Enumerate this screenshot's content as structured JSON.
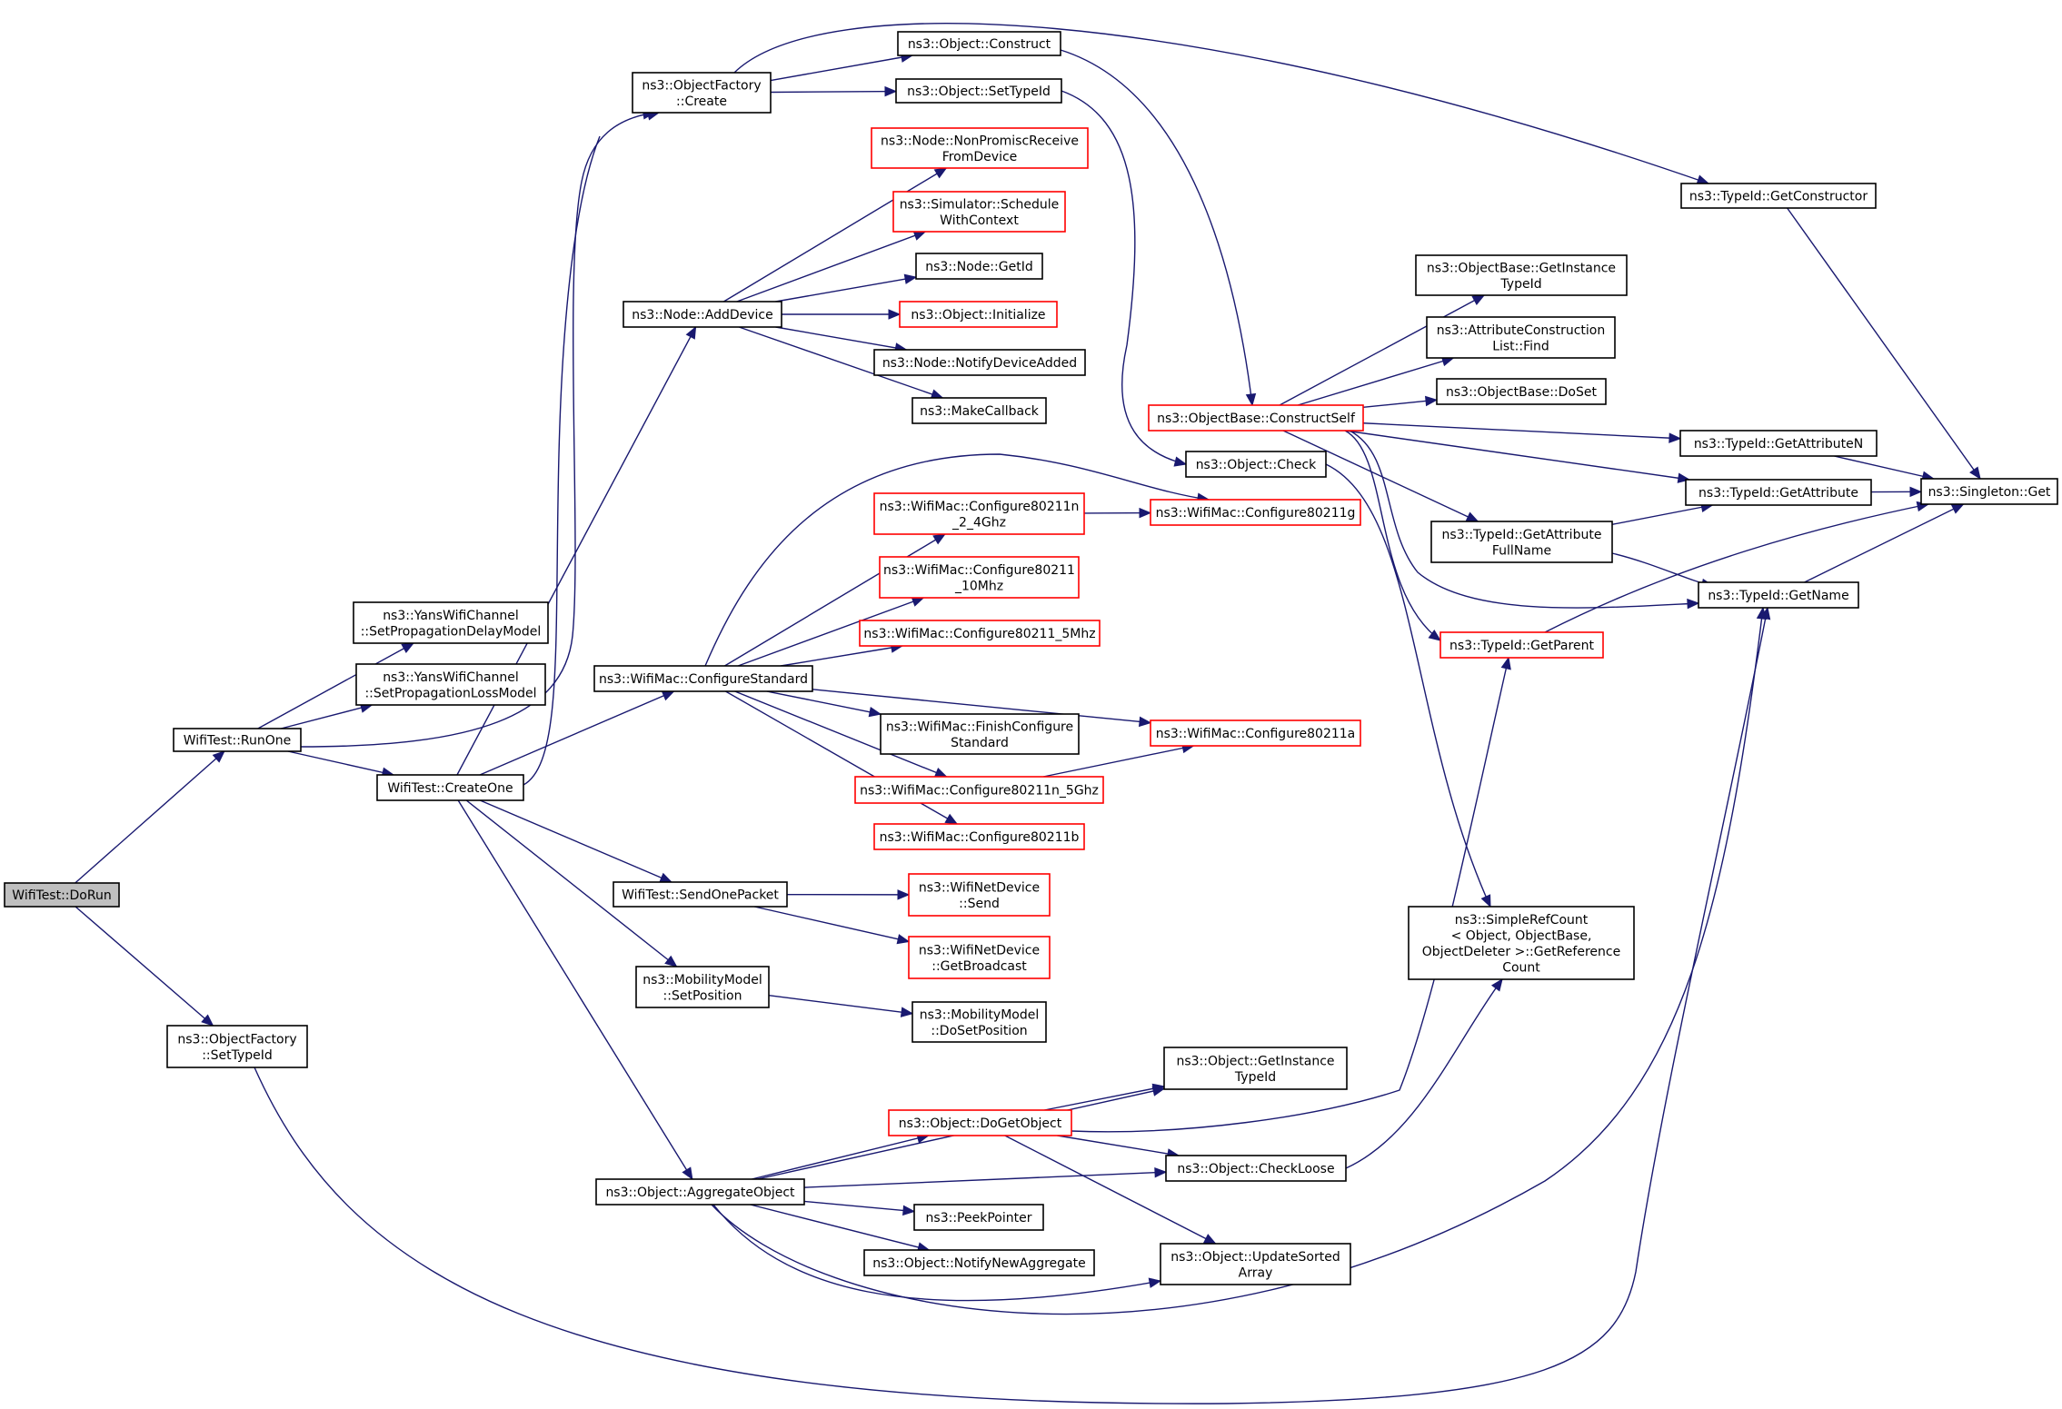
{
  "diagram": {
    "nodes": [
      {
        "id": "n1",
        "lines": [
          "WifiTest::DoRun"
        ],
        "style": "root"
      },
      {
        "id": "n2",
        "lines": [
          "WifiTest::RunOne"
        ],
        "style": "plain"
      },
      {
        "id": "n3",
        "lines": [
          "ns3::ObjectFactory",
          "::SetTypeId"
        ],
        "style": "plain"
      },
      {
        "id": "n4",
        "lines": [
          "ns3::YansWifiChannel",
          "::SetPropagationDelayModel"
        ],
        "style": "plain"
      },
      {
        "id": "n5",
        "lines": [
          "ns3::YansWifiChannel",
          "::SetPropagationLossModel"
        ],
        "style": "plain"
      },
      {
        "id": "n6",
        "lines": [
          "WifiTest::CreateOne"
        ],
        "style": "plain"
      },
      {
        "id": "n7",
        "lines": [
          "ns3::ObjectFactory",
          "::Create"
        ],
        "style": "plain"
      },
      {
        "id": "n8",
        "lines": [
          "ns3::Node::AddDevice"
        ],
        "style": "plain"
      },
      {
        "id": "n9",
        "lines": [
          "ns3::WifiMac::ConfigureStandard"
        ],
        "style": "plain"
      },
      {
        "id": "n10",
        "lines": [
          "WifiTest::SendOnePacket"
        ],
        "style": "plain"
      },
      {
        "id": "n11",
        "lines": [
          "ns3::MobilityModel",
          "::SetPosition"
        ],
        "style": "plain"
      },
      {
        "id": "n12",
        "lines": [
          "ns3::Object::AggregateObject"
        ],
        "style": "plain"
      },
      {
        "id": "n13",
        "lines": [
          "ns3::Object::Construct"
        ],
        "style": "plain"
      },
      {
        "id": "n14",
        "lines": [
          "ns3::Object::SetTypeId"
        ],
        "style": "plain"
      },
      {
        "id": "n15",
        "lines": [
          "ns3::Node::NonPromiscReceive",
          "FromDevice"
        ],
        "style": "trunc"
      },
      {
        "id": "n16",
        "lines": [
          "ns3::Simulator::Schedule",
          "WithContext"
        ],
        "style": "trunc"
      },
      {
        "id": "n17",
        "lines": [
          "ns3::Node::GetId"
        ],
        "style": "plain"
      },
      {
        "id": "n18",
        "lines": [
          "ns3::Object::Initialize"
        ],
        "style": "trunc"
      },
      {
        "id": "n19",
        "lines": [
          "ns3::Node::NotifyDeviceAdded"
        ],
        "style": "plain"
      },
      {
        "id": "n20",
        "lines": [
          "ns3::MakeCallback"
        ],
        "style": "plain"
      },
      {
        "id": "n21",
        "lines": [
          "ns3::WifiMac::Configure80211n",
          "_2_4Ghz"
        ],
        "style": "trunc"
      },
      {
        "id": "n22",
        "lines": [
          "ns3::WifiMac::Configure80211",
          "_10Mhz"
        ],
        "style": "trunc"
      },
      {
        "id": "n23",
        "lines": [
          "ns3::WifiMac::Configure80211_5Mhz"
        ],
        "style": "trunc"
      },
      {
        "id": "n24",
        "lines": [
          "ns3::WifiMac::FinishConfigure",
          "Standard"
        ],
        "style": "plain"
      },
      {
        "id": "n25",
        "lines": [
          "ns3::WifiMac::Configure80211n_5Ghz"
        ],
        "style": "trunc"
      },
      {
        "id": "n26",
        "lines": [
          "ns3::WifiMac::Configure80211b"
        ],
        "style": "trunc"
      },
      {
        "id": "n27",
        "lines": [
          "ns3::WifiNetDevice",
          "::Send"
        ],
        "style": "trunc"
      },
      {
        "id": "n28",
        "lines": [
          "ns3::WifiNetDevice",
          "::GetBroadcast"
        ],
        "style": "trunc"
      },
      {
        "id": "n29",
        "lines": [
          "ns3::MobilityModel",
          "::DoSetPosition"
        ],
        "style": "plain"
      },
      {
        "id": "n30",
        "lines": [
          "ns3::Object::GetInstance",
          "TypeId"
        ],
        "style": "plain"
      },
      {
        "id": "n31",
        "lines": [
          "ns3::Object::DoGetObject"
        ],
        "style": "trunc"
      },
      {
        "id": "n32",
        "lines": [
          "ns3::Object::CheckLoose"
        ],
        "style": "plain"
      },
      {
        "id": "n33",
        "lines": [
          "ns3::PeekPointer"
        ],
        "style": "plain"
      },
      {
        "id": "n34",
        "lines": [
          "ns3::Object::NotifyNewAggregate"
        ],
        "style": "plain"
      },
      {
        "id": "n35",
        "lines": [
          "ns3::Object::UpdateSorted",
          "Array"
        ],
        "style": "plain"
      },
      {
        "id": "n36",
        "lines": [
          "ns3::ObjectBase::ConstructSelf"
        ],
        "style": "trunc"
      },
      {
        "id": "n37",
        "lines": [
          "ns3::Object::Check"
        ],
        "style": "plain"
      },
      {
        "id": "n38",
        "lines": [
          "ns3::WifiMac::Configure80211g"
        ],
        "style": "trunc"
      },
      {
        "id": "n39",
        "lines": [
          "ns3::WifiMac::Configure80211a"
        ],
        "style": "trunc"
      },
      {
        "id": "n40",
        "lines": [
          "ns3::ObjectBase::GetInstance",
          "TypeId"
        ],
        "style": "plain"
      },
      {
        "id": "n41",
        "lines": [
          "ns3::AttributeConstruction",
          "List::Find"
        ],
        "style": "plain"
      },
      {
        "id": "n42",
        "lines": [
          "ns3::ObjectBase::DoSet"
        ],
        "style": "plain"
      },
      {
        "id": "n43",
        "lines": [
          "ns3::TypeId::GetAttribute",
          "FullName"
        ],
        "style": "plain"
      },
      {
        "id": "n44",
        "lines": [
          "ns3::TypeId::GetParent"
        ],
        "style": "trunc"
      },
      {
        "id": "n45",
        "lines": [
          "ns3::SimpleRefCount",
          "< Object, ObjectBase,",
          " ObjectDeleter >::GetReference",
          "Count"
        ],
        "style": "plain"
      },
      {
        "id": "n46",
        "lines": [
          "ns3::TypeId::GetConstructor"
        ],
        "style": "plain"
      },
      {
        "id": "n47",
        "lines": [
          "ns3::TypeId::GetAttributeN"
        ],
        "style": "plain"
      },
      {
        "id": "n48",
        "lines": [
          "ns3::TypeId::GetAttribute"
        ],
        "style": "plain"
      },
      {
        "id": "n49",
        "lines": [
          "ns3::TypeId::GetName"
        ],
        "style": "plain"
      },
      {
        "id": "n50",
        "lines": [
          "ns3::Singleton::Get"
        ],
        "style": "plain"
      }
    ],
    "edges": [
      [
        "n1",
        "n2"
      ],
      [
        "n1",
        "n3"
      ],
      [
        "n2",
        "n4"
      ],
      [
        "n2",
        "n5"
      ],
      [
        "n2",
        "n6"
      ],
      [
        "n2",
        "n7"
      ],
      [
        "n3",
        "n49"
      ],
      [
        "n6",
        "n7"
      ],
      [
        "n6",
        "n8"
      ],
      [
        "n6",
        "n9"
      ],
      [
        "n6",
        "n10"
      ],
      [
        "n6",
        "n11"
      ],
      [
        "n6",
        "n12"
      ],
      [
        "n7",
        "n13"
      ],
      [
        "n7",
        "n14"
      ],
      [
        "n7",
        "n46"
      ],
      [
        "n8",
        "n15"
      ],
      [
        "n8",
        "n16"
      ],
      [
        "n8",
        "n17"
      ],
      [
        "n8",
        "n18"
      ],
      [
        "n8",
        "n19"
      ],
      [
        "n8",
        "n20"
      ],
      [
        "n9",
        "n21"
      ],
      [
        "n9",
        "n22"
      ],
      [
        "n9",
        "n23"
      ],
      [
        "n9",
        "n24"
      ],
      [
        "n9",
        "n25"
      ],
      [
        "n9",
        "n26"
      ],
      [
        "n9",
        "n38"
      ],
      [
        "n9",
        "n39"
      ],
      [
        "n10",
        "n27"
      ],
      [
        "n10",
        "n28"
      ],
      [
        "n11",
        "n29"
      ],
      [
        "n12",
        "n30"
      ],
      [
        "n12",
        "n31"
      ],
      [
        "n12",
        "n32"
      ],
      [
        "n12",
        "n33"
      ],
      [
        "n12",
        "n34"
      ],
      [
        "n12",
        "n35"
      ],
      [
        "n12",
        "n49"
      ],
      [
        "n13",
        "n36"
      ],
      [
        "n14",
        "n37"
      ],
      [
        "n21",
        "n38"
      ],
      [
        "n25",
        "n39"
      ],
      [
        "n31",
        "n30"
      ],
      [
        "n31",
        "n32"
      ],
      [
        "n31",
        "n35"
      ],
      [
        "n31",
        "n44"
      ],
      [
        "n32",
        "n45"
      ],
      [
        "n36",
        "n40"
      ],
      [
        "n36",
        "n41"
      ],
      [
        "n36",
        "n42"
      ],
      [
        "n36",
        "n43"
      ],
      [
        "n36",
        "n44"
      ],
      [
        "n36",
        "n47"
      ],
      [
        "n36",
        "n48"
      ],
      [
        "n36",
        "n49"
      ],
      [
        "n37",
        "n45"
      ],
      [
        "n43",
        "n48"
      ],
      [
        "n43",
        "n49"
      ],
      [
        "n44",
        "n50"
      ],
      [
        "n46",
        "n50"
      ],
      [
        "n47",
        "n50"
      ],
      [
        "n48",
        "n50"
      ],
      [
        "n49",
        "n50"
      ]
    ]
  }
}
